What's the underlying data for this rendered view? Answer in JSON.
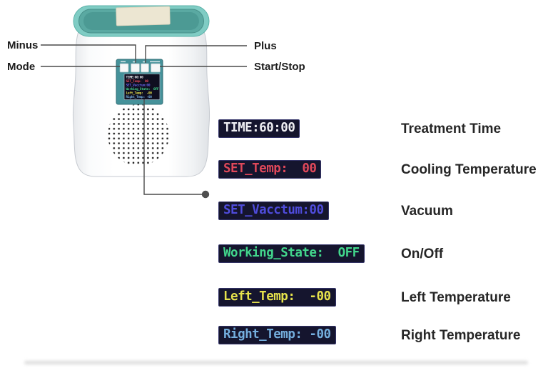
{
  "callouts": {
    "minus": "Minus",
    "mode": "Mode",
    "plus": "Plus",
    "start_stop": "Start/Stop"
  },
  "display_rows": [
    {
      "text": "TIME:60:00",
      "color": "#eeeef2",
      "description": "Treatment Time"
    },
    {
      "text": "SET_Temp:  00",
      "color": "#e0485a",
      "description": "Cooling Temperature"
    },
    {
      "text": "SET_Vacctum:00",
      "color": "#4f4cdc",
      "description": "Vacuum"
    },
    {
      "text": "Working_State:  OFF",
      "color": "#42d68c",
      "description": "On/Off"
    },
    {
      "text": "Left_Temp:  -00",
      "color": "#e6e24c",
      "description": "Left Temperature"
    },
    {
      "text": "Right_Temp: -00",
      "color": "#74aede",
      "description": "Right Temperature"
    }
  ],
  "display_style": {
    "badge_background": "#15152e",
    "badge_border": "#34346a"
  },
  "device_colors": {
    "lid_teal": "#7fccc4",
    "lid_recess": "#4c9a94",
    "handle_cream": "#ece6d2",
    "panel_teal": "#45929a",
    "body_white": "#ffffff",
    "screen_background": "#0f0f20",
    "callout_line": "#4a4a4a"
  }
}
